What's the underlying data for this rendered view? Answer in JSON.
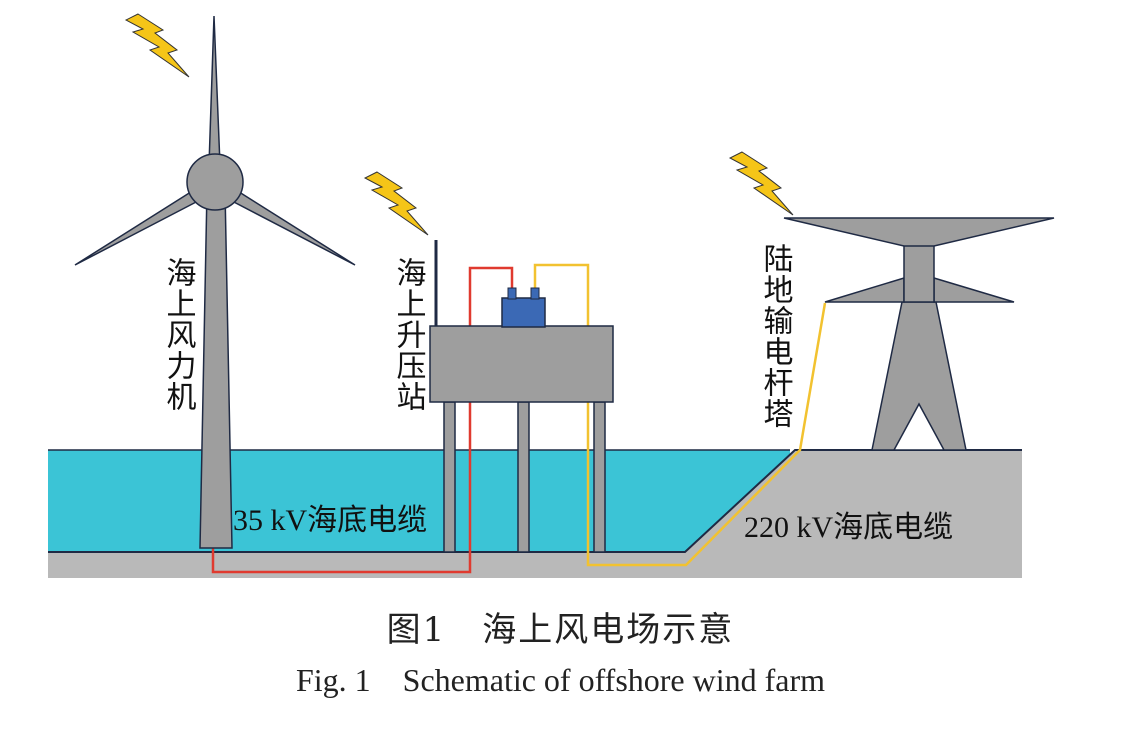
{
  "labels": {
    "turbine": "海上风力机",
    "substation": "海上升压站",
    "tower": "陆地输电杆塔",
    "cable_35kv": "35 kV海底电缆",
    "cable_220kv": "220 kV海底电缆"
  },
  "caption": {
    "cn": "图1　海上风电场示意",
    "en": "Fig. 1　Schematic of offshore wind farm"
  },
  "colors": {
    "sea": "#3bc4d6",
    "ground": "#b9b9b9",
    "structure": "#9e9e9e",
    "outline": "#1f2a44",
    "lightning": "#f5c518",
    "cable_red": "#e03a2f",
    "cable_yellow": "#f2c230",
    "transformer": "#3b69b5"
  },
  "icons": [
    "lightning-icon",
    "wind-turbine-icon",
    "substation-icon",
    "transmission-tower-icon",
    "transformer-icon"
  ]
}
